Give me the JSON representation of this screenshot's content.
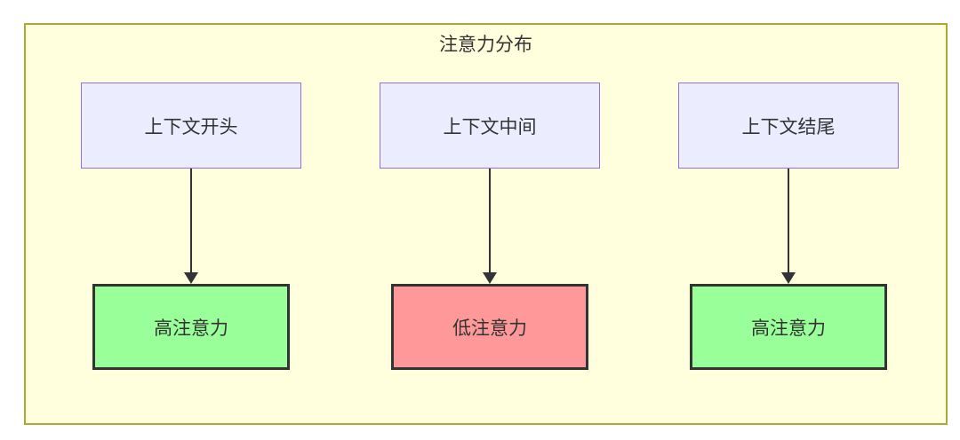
{
  "diagram": {
    "title": "注意力分布",
    "columns": [
      {
        "source": "上下文开头",
        "result": "高注意力",
        "result_bg": "#99ff99"
      },
      {
        "source": "上下文中间",
        "result": "低注意力",
        "result_bg": "#ff9999"
      },
      {
        "source": "上下文结尾",
        "result": "高注意力",
        "result_bg": "#99ff99"
      }
    ],
    "colors": {
      "cluster_bg": "#ffffde",
      "cluster_border": "#aaaa33",
      "source_bg": "#ececff",
      "source_border": "#9370db",
      "result_border": "#333333",
      "high_attention_bg": "#99ff99",
      "low_attention_bg": "#ff9999",
      "arrow": "#333333",
      "text": "#333333"
    }
  }
}
